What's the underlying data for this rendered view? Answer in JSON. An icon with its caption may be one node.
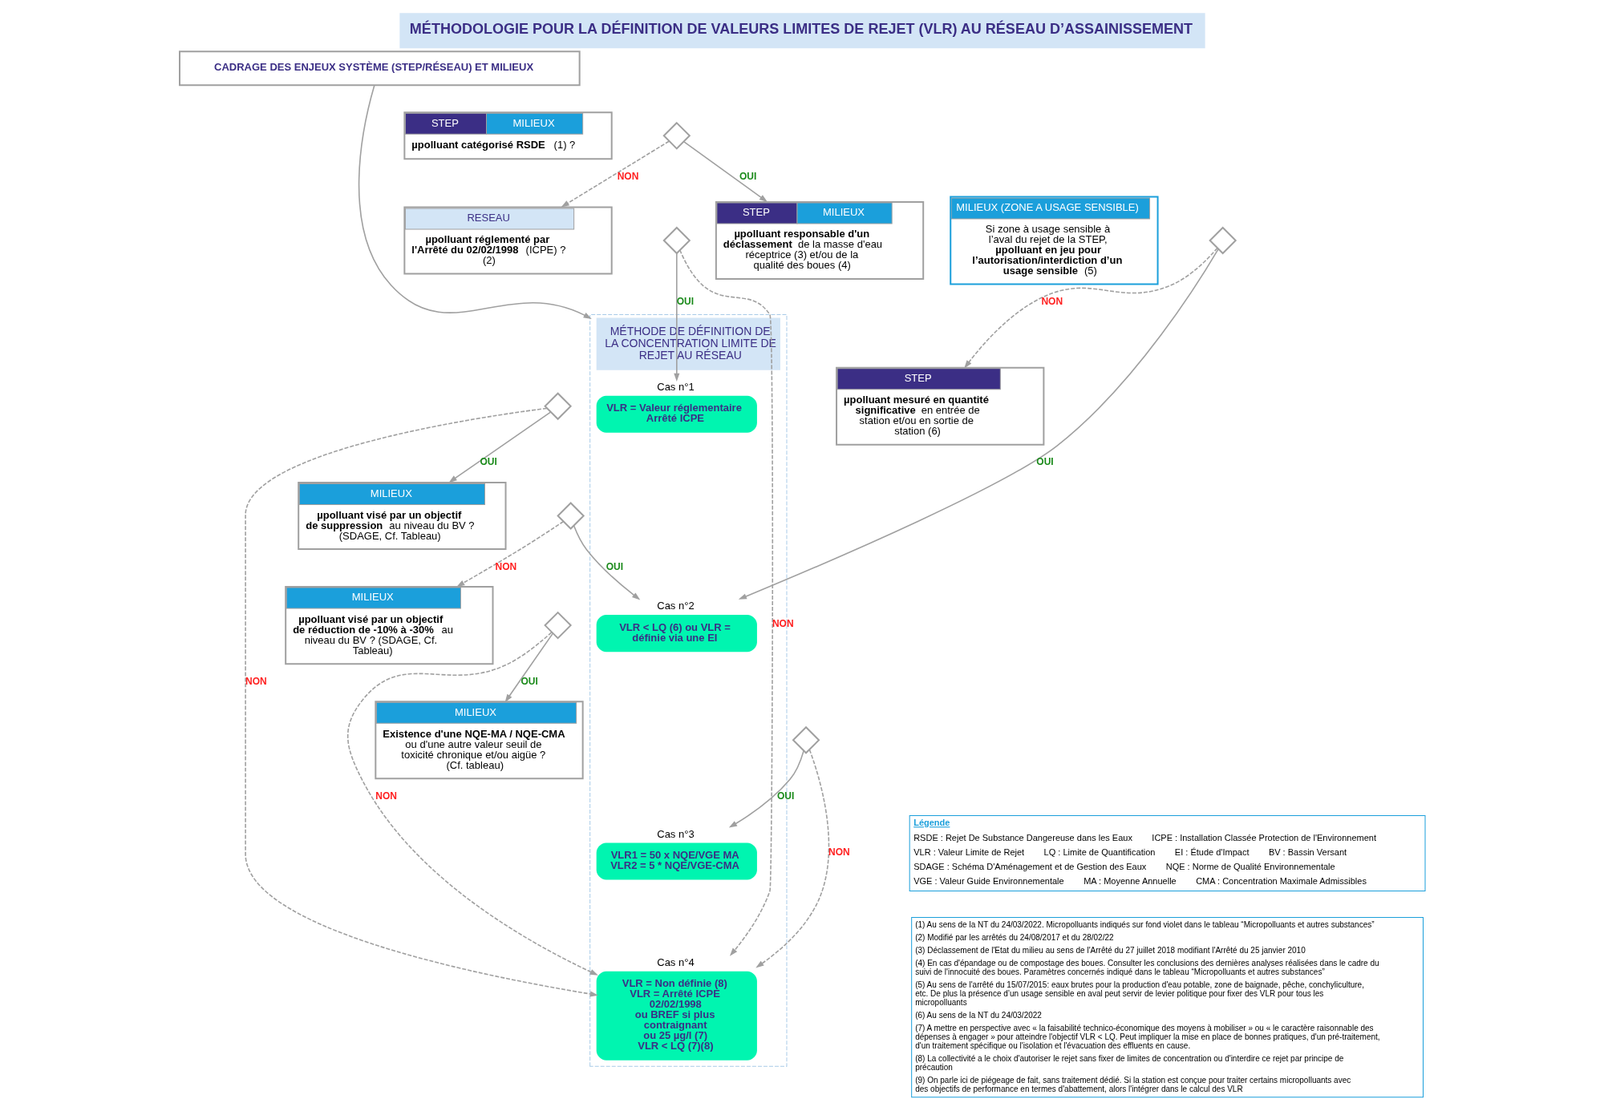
{
  "diagram": {
    "title": "MÉTHODOLOGIE POUR LA DÉFINITION DE VALEURS LIMITES DE REJET (VLR) AU RÉSEAU D’ASSAINISSEMENT",
    "nodes": [
      {
        "text": [
          "CADRAGE DES ENJEUX SYSTÈME (STEP/RÉSEAU) ET MILIEUX"
        ]
      },
      {
        "text": [
          "MÉTHODE DE DÉFINITION DE LA CONCENTRATION LIMITE DE REJET AU RÉSEAU"
        ]
      },
      {
        "text": [
          "STEP",
          "MILIEUX",
          "**µpolluant catégorisé RSDE** (1) ?"
        ]
      },
      {
        "text": [],
        "shape": "diamond"
      },
      {
        "text": [
          "RESEAU",
          "**µpolluant réglementé par l'Arrêté du 02/02/1998** (ICPE) ? (2)"
        ]
      },
      {
        "text": [],
        "shape": "diamond"
      },
      {
        "text": [
          "STEP",
          "MILIEUX",
          "**µpolluant responsable d'un déclassement** de la masse d'eau réceptrice (3) et/ou de la qualité des boues (4)"
        ]
      },
      {
        "text": [
          "MILIEUX (ZONE A USAGE SENSIBLE)",
          "Si zone à usage sensible à l’aval du rejet de la STEP, **µpolluant en jeu pour l’autorisation/interdiction d’un usage sensible** (5)"
        ]
      },
      {
        "text": [],
        "shape": "diamond"
      },
      {
        "text": [
          "STEP",
          "**µpolluant mesuré en quantité significative** en entrée de station et/ou en sortie de station (6)"
        ]
      },
      {
        "text": [],
        "shape": "diamond"
      },
      {
        "text": [
          "MILIEUX",
          "**µpolluant visé par un objectif de suppression** au niveau du BV ? (SDAGE, Cf. Tableau)"
        ]
      },
      {
        "text": [],
        "shape": "diamond"
      },
      {
        "text": [
          "MILIEUX",
          "**µpolluant visé par un objectif de réduction de -10% à -30%** au niveau du BV ? (SDAGE, Cf. Tableau)"
        ]
      },
      {
        "text": [],
        "shape": "diamond"
      },
      {
        "text": [
          "MILIEUX",
          "**Existence d'une NQE-MA / NQE-CMA** ou d'une autre valeur seuil de toxicité chronique et/ou aigüe ? (Cf. tableau)"
        ]
      },
      {
        "text": [],
        "shape": "diamond"
      },
      {
        "text": [
          "Cas n°1",
          "VLR = Valeur réglementaire Arrêté ICPE"
        ],
        "in": 1
      },
      {
        "text": [
          "Cas n°2",
          "VLR < LQ (6) ou VLR = définie via une EI"
        ],
        "in": 1
      },
      {
        "text": [
          "Cas n°3",
          "VLR1 = 50 x NQE/VGE MA",
          "VLR2 = 5 * NQE/VGE-CMA"
        ],
        "in": 1
      },
      {
        "text": [
          "Cas n°4",
          "VLR = Non définie (8)",
          "VLR = Arrêté ICPE 02/02/1998",
          "ou BREF si plus contraignant",
          "ou 25 µg/l (7)",
          "VLR < LQ (7)(8)"
        ],
        "in": 1
      },
      {
        "text": [
          "Légende",
          "RSDE : Rejet De Substance Dangereuse dans les Eaux",
          "ICPE : Installation Classée Protection de l'Environnement",
          "VLR : Valeur Limite de Rejet",
          "LQ : Limite de Quantification",
          "EI : Étude d'Impact",
          "BV : Bassin Versant",
          "SDAGE : Schéma D'Aménagement et de Gestion des Eaux",
          "NQE : Norme de Qualité Environnementale",
          "VGE : Valeur Guide Environnementale",
          "MA : Moyenne Annuelle",
          "CMA : Concentration Maximale Admissibles"
        ]
      },
      {
        "text": [
          "(1) Au sens de la NT du 24/03/2022. Micropolluants indiqués sur fond violet dans le tableau “Micropolluants et autres substances”",
          "(2) Modifié par les arrêtés du 24/08/2017 et du 28/02/22",
          "(3) Déclassement de l'Etat du milieu au sens de l'Arrêté du 27 juillet 2018 modifiant l'Arrêté du 25 janvier 2010",
          "(4) En cas d'épandage ou de compostage des boues. Consulter les conclusions des dernières analyses réalisées dans le cadre du suivi de l'innocuité des boues. Paramètres concernés indiqué dans le tableau “Micropolluants et autres substances”",
          "(5) Au sens de l'arrêté du 15/07/2015: eaux brutes pour la production d'eau potable, zone de baignade, pêche, conchyliculture, etc. De plus la présence d’un usage sensible en aval peut servir de levier politique pour fixer des VLR pour tous les micropolluants",
          "(6) Au sens de la NT du 24/03/2022",
          "(7) A mettre en perspective avec « la faisabilité technico-économique des moyens à mobiliser » ou « le caractère raisonnable des dépenses à engager » pour atteindre l'objectif VLR < LQ. Peut impliquer la mise en place de bonnes pratiques, d'un pré-traitement, d'un traitement spécifique ou l'isolation et l'évacuation des effluents en cause.",
          "(8) La collectivité a le choix d'autoriser le rejet sans fixer de limites de concentration ou d'interdire ce rejet par principe de précaution",
          "(9) On parle ici de piégeage de fait, sans traitement dédié. Si la station est conçue pour traiter certains micropolluants avec des objectifs de performance en termes d'abattement, alors l'intégrer dans le calcul des VLR"
        ]
      }
    ],
    "edges": [
      {
        "from": 0,
        "to": 1,
        "arrow": "to"
      },
      {
        "from": 3,
        "to": 4,
        "arrow": "to",
        "label": "NON",
        "style": "dashed"
      },
      {
        "from": 3,
        "to": 6,
        "arrow": "to",
        "label": "OUI"
      },
      {
        "from": 5,
        "to": 17,
        "arrow": "to",
        "label": "OUI"
      },
      {
        "from": 5,
        "to": 20,
        "arrow": "to",
        "label": "NON",
        "style": "dashed"
      },
      {
        "from": 8,
        "to": 18,
        "arrow": "to",
        "label": "OUI"
      },
      {
        "from": 8,
        "to": 9,
        "arrow": "to",
        "label": "NON",
        "style": "dashed"
      },
      {
        "from": 10,
        "to": 20,
        "arrow": "to",
        "label": "NON",
        "style": "dashed"
      },
      {
        "from": 10,
        "to": 11,
        "arrow": "to",
        "label": "OUI"
      },
      {
        "from": 12,
        "to": 18,
        "arrow": "to",
        "label": "OUI"
      },
      {
        "from": 12,
        "to": 13,
        "arrow": "to",
        "label": "NON",
        "style": "dashed"
      },
      {
        "from": 14,
        "to": 15,
        "arrow": "to",
        "label": "OUI"
      },
      {
        "from": 14,
        "to": 20,
        "arrow": "to",
        "label": "NON",
        "style": "dashed"
      },
      {
        "from": 16,
        "to": 19,
        "arrow": "to",
        "label": "OUI"
      },
      {
        "from": 16,
        "to": 20,
        "arrow": "to",
        "label": "NON",
        "style": "dashed"
      }
    ]
  }
}
